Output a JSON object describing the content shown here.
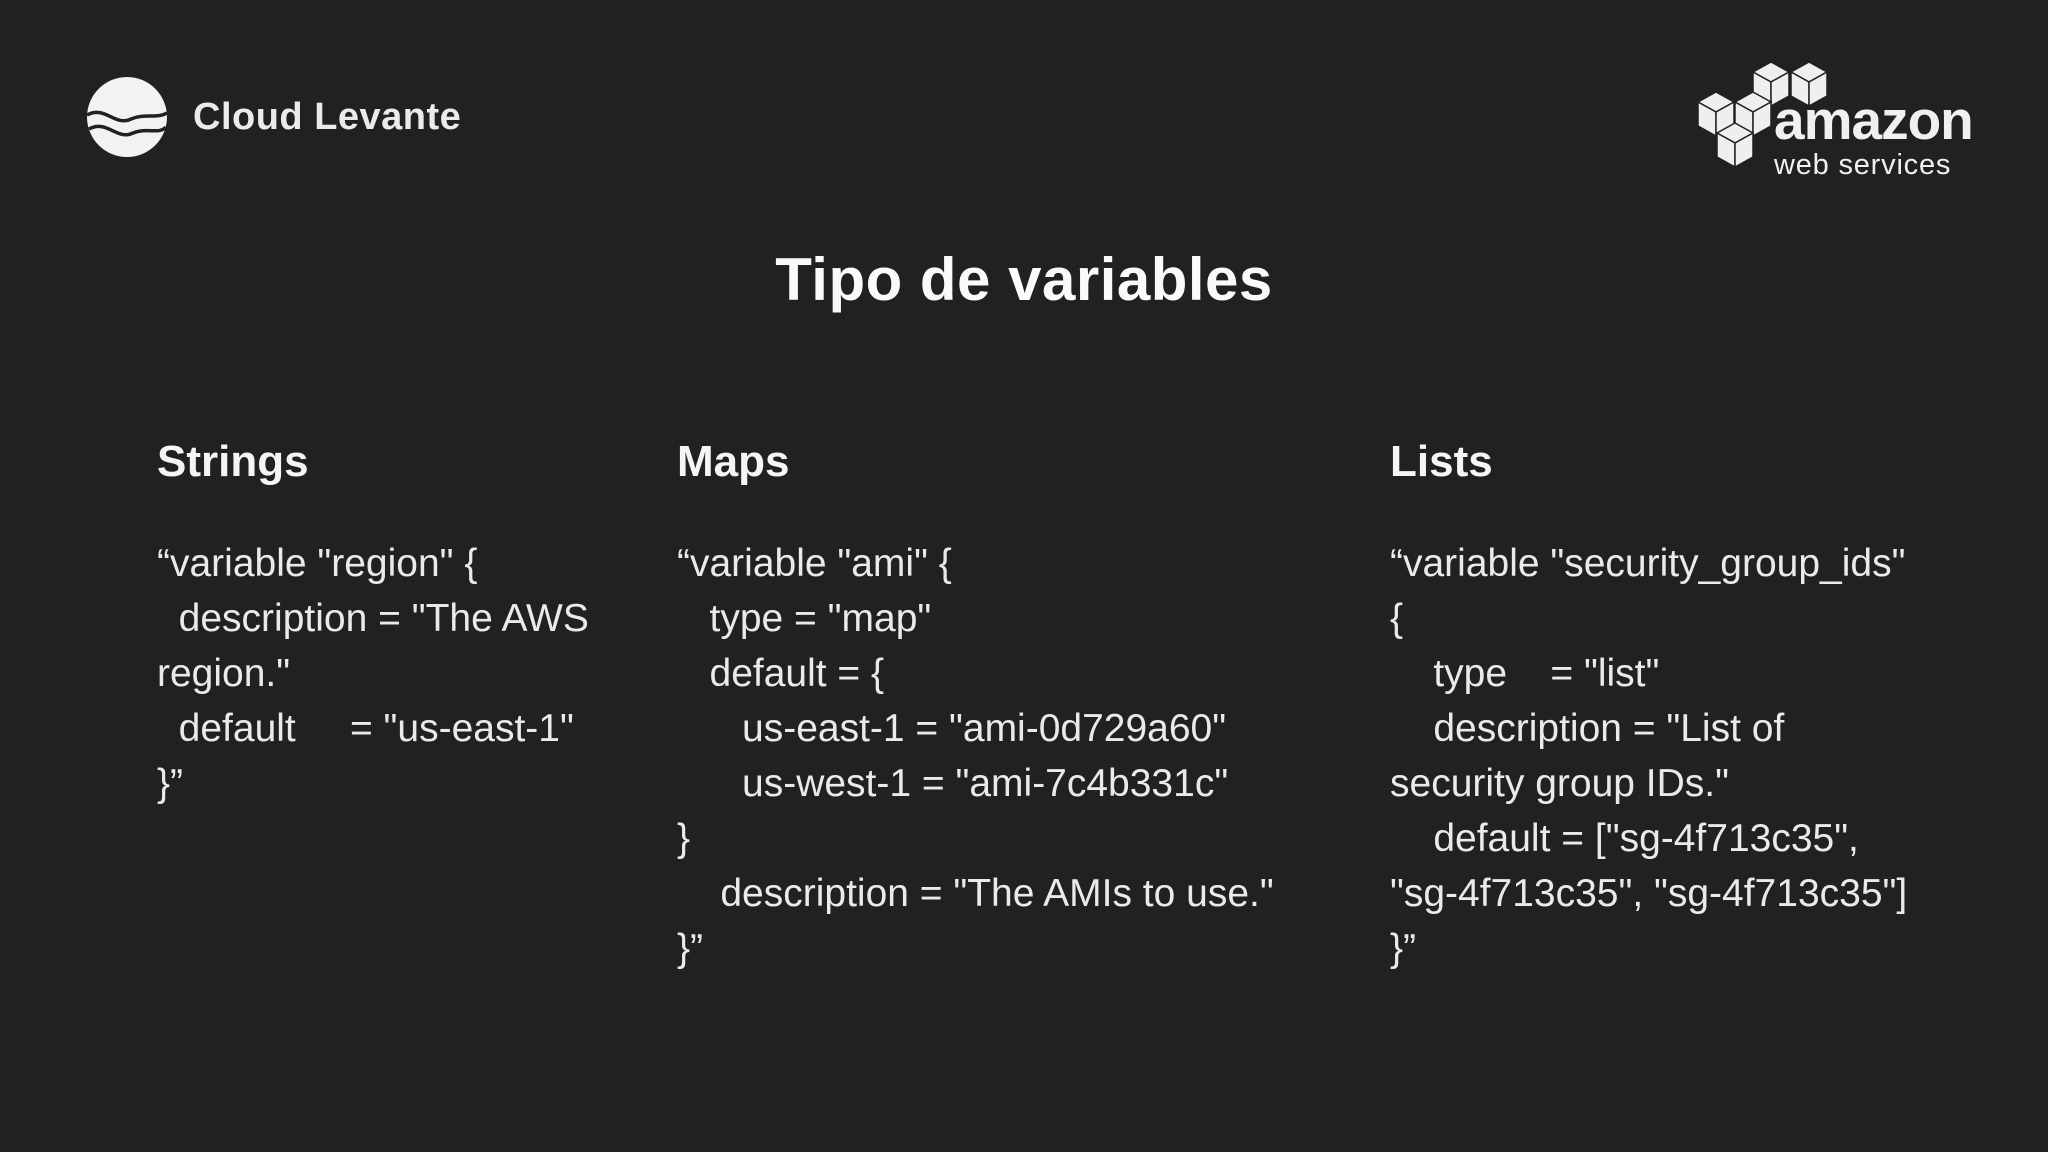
{
  "slide": {
    "background": "#212121",
    "text_color": "#eaeaea",
    "title": "Tipo de variables",
    "brand": {
      "name": "Cloud Levante",
      "icon": "wave-circle"
    },
    "aws_logo": {
      "wordmark": "amazon",
      "subtitle": "web services",
      "icon": "aws-cubes",
      "color": "#f0f0f0"
    },
    "columns": [
      {
        "heading": "Strings",
        "code_lines": [
          "“variable \"region\" {",
          "  description = \"The AWS",
          "region.\"",
          "  default     = \"us-east-1\"",
          "}”"
        ]
      },
      {
        "heading": "Maps",
        "code_lines": [
          "“variable \"ami\" {",
          "   type = \"map\"",
          "   default = {",
          "      us-east-1 = \"ami-0d729a60\"",
          "      us-west-1 = \"ami-7c4b331c\"",
          "}",
          "    description = \"The AMIs to use.\"",
          "}”"
        ]
      },
      {
        "heading": "Lists",
        "code_lines": [
          "“variable \"security_group_ids\"",
          "{",
          "    type    = \"list\"",
          "    description = \"List of",
          "security group IDs.\"",
          "    default = [\"sg-4f713c35\",",
          "\"sg-4f713c35\", \"sg-4f713c35\"]",
          "}”"
        ]
      }
    ]
  }
}
